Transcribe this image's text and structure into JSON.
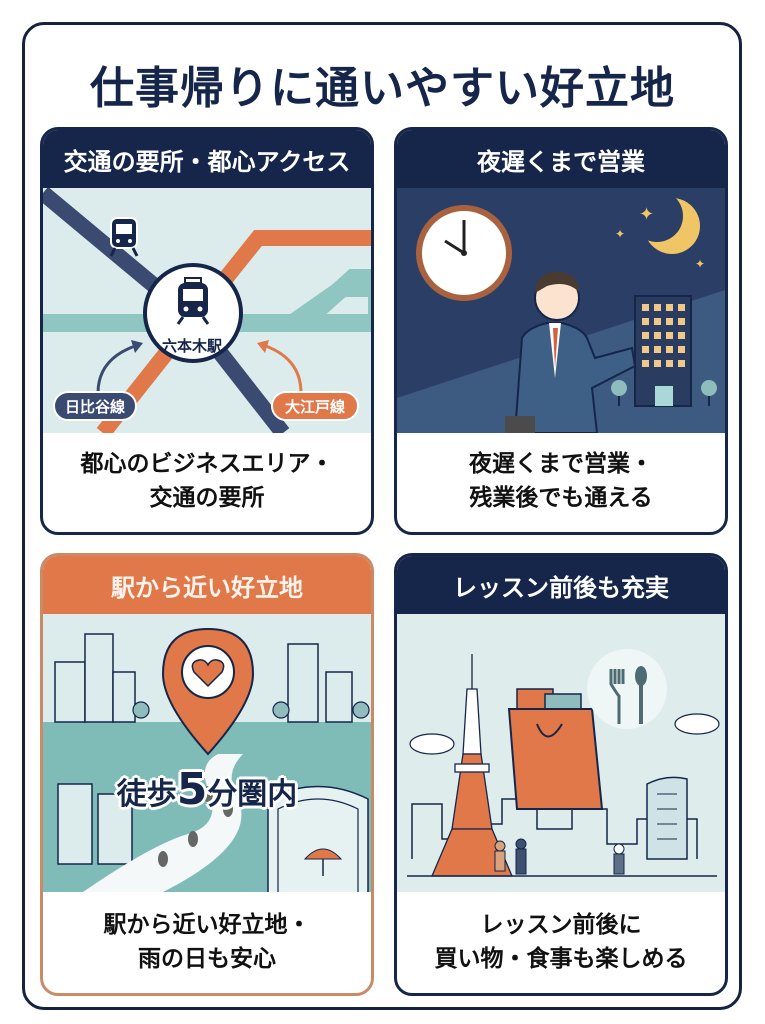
{
  "title": "仕事帰りに通いやすい好立地",
  "colors": {
    "navy": "#15264a",
    "orange": "#e0784a",
    "teal": "#7fbcb8",
    "light_bg": "#dcecec",
    "night_bg": "#2e4a6e"
  },
  "cards": [
    {
      "header": "交通の要所・都心アクセス",
      "illustration": {
        "type": "subway-map",
        "station": "六本木駅",
        "lines": [
          {
            "label": "日比谷線",
            "color": "#3b4a70"
          },
          {
            "label": "大江戸線",
            "color": "#e0784a"
          }
        ]
      },
      "caption": [
        "都心のビジネスエリア・",
        "交通の要所"
      ]
    },
    {
      "header": "夜遅くまで営業",
      "illustration": {
        "type": "night-businessman",
        "clock_time": "10:00"
      },
      "caption": [
        "夜遅くまで営業・",
        "残業後でも通える"
      ]
    },
    {
      "header": "駅から近い好立地",
      "illustration": {
        "type": "walk-route",
        "text_prefix": "徒歩",
        "text_number": "5",
        "text_suffix": "分圏内"
      },
      "caption": [
        "駅から近い好立地・",
        "雨の日も安心"
      ]
    },
    {
      "header": "レッスン前後も充実",
      "illustration": {
        "type": "city-shopping"
      },
      "caption": [
        "レッスン前後に",
        "買い物・食事も楽しめる"
      ]
    }
  ]
}
